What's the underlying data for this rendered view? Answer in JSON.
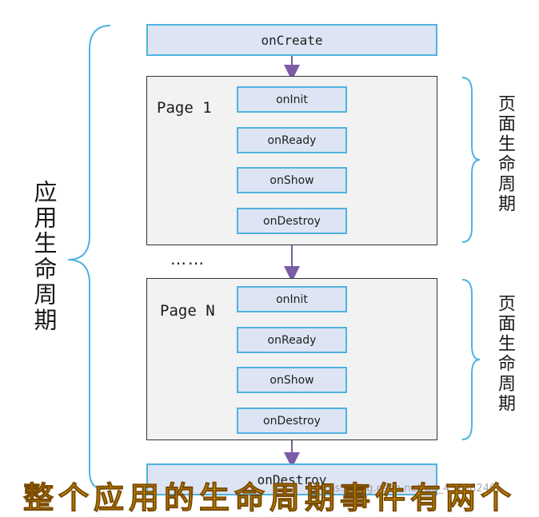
{
  "app": {
    "on_create": "onCreate",
    "on_destroy": "onDestroy",
    "side_label": "应用生命周期"
  },
  "pages": [
    {
      "title": "Page 1",
      "steps": [
        "onInit",
        "onReady",
        "onShow",
        "onDestroy"
      ],
      "side_label": "页面生命周期"
    },
    {
      "title": "Page N",
      "steps": [
        "onInit",
        "onReady",
        "onShow",
        "onDestroy"
      ],
      "side_label": "页面生命周期"
    }
  ],
  "ellipsis": "……",
  "caption": "整个应用的生命周期事件有两个",
  "watermark": "https://blog.csdn.net/qq_43708240",
  "colors": {
    "box_fill": "#dde4f3",
    "box_border": "#4fb3df",
    "arrow": "#7b5ca6",
    "brace": "#4fb3df"
  }
}
